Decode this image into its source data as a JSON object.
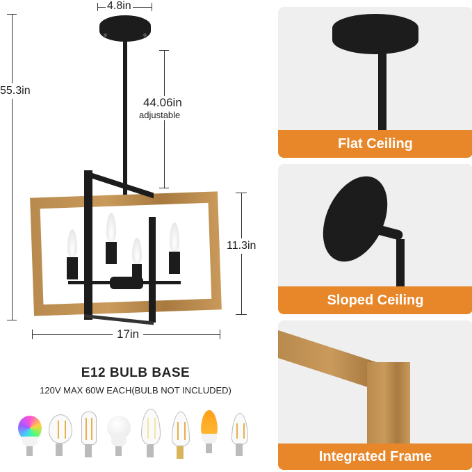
{
  "dimensions": {
    "canopy_width": "4.8in",
    "total_height": "55.3in",
    "adjustable_length": "44.06in",
    "adjustable_note": "adjustable",
    "fixture_height": "11.3in",
    "fixture_width": "17in"
  },
  "bulb_info": {
    "title": "E12 BULB BASE",
    "subtitle": "120V MAX 60W EACH(BULB NOT INCLUDED)",
    "bulb_types": [
      "rgb-globe-bulb",
      "filament-globe-bulb",
      "tubular-filament-bulb",
      "frosted-globe-bulb",
      "candle-filament-bulb",
      "flame-tip-filament-bulb",
      "flicker-flame-bulb",
      "bent-tip-filament-bulb"
    ]
  },
  "feature_panels": [
    {
      "label": "Flat Ceiling"
    },
    {
      "label": "Sloped Ceiling"
    },
    {
      "label": "Integrated Frame"
    }
  ],
  "colors": {
    "accent_orange": "#e8872a",
    "panel_bg": "#efefef",
    "metal_black": "#1c1c1c",
    "wood": "#b98a4e"
  }
}
